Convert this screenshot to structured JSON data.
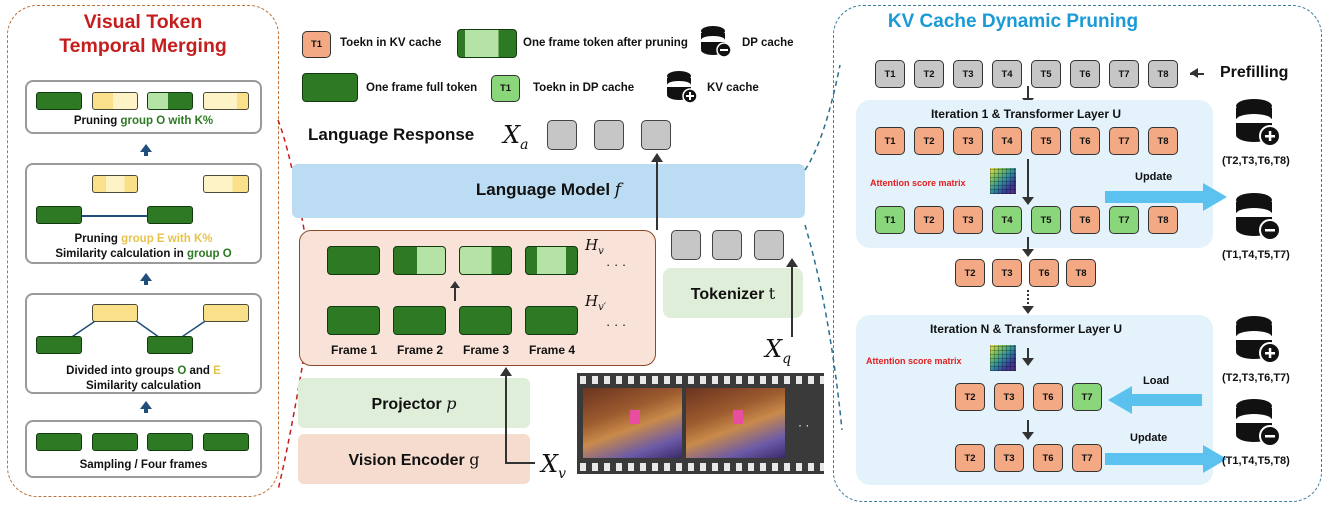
{
  "left_panel": {
    "title_line1": "Visual Token",
    "title_line2": "Temporal Merging",
    "stage_sampling": "Sampling / Four frames",
    "stage_divided_prefix": "Divided into groups ",
    "group_o": "O",
    "and_word": " and ",
    "group_e": "E",
    "stage_similarity": "Similarity calculation",
    "stage_pruning_e_prefix": "Pruning ",
    "stage_pruning_e_group": "group E with K%",
    "stage_similarity_in_prefix": "Similarity calculation in ",
    "stage_similarity_in_group": "group O",
    "stage_pruning_o_prefix": "Pruning ",
    "stage_pruning_o_group": "group O with K%"
  },
  "legend": {
    "t1_kv_label": "T1",
    "t1_kv_text": "Toekn in KV cache",
    "after_pruning_text": "One frame token after pruning",
    "dp_cache_text": "DP cache",
    "full_token_text": "One frame full token",
    "t1_dp_label": "T1",
    "t1_dp_text": "Toekn in DP cache",
    "kv_cache_text": "KV cache"
  },
  "center": {
    "language_response": "Language Response",
    "x_a": "X",
    "x_a_sub": "a",
    "language_model": "Language Model",
    "language_model_sym": "f",
    "h_v": "H",
    "h_v_sub": "v",
    "h_v2": "H",
    "h_v2_sub": "v′",
    "dots": "· · ·",
    "frames": [
      "Frame 1",
      "Frame 2",
      "Frame 3",
      "Frame 4"
    ],
    "tokenizer": "Tokenizer",
    "tokenizer_sym": "t",
    "x_q": "X",
    "x_q_sub": "q",
    "projector": "Projector",
    "projector_sym": "p",
    "vision_encoder": "Vision Encoder",
    "vision_encoder_sym": "g",
    "x_v": "X",
    "x_v_sub": "v",
    "film_dots": "· ·"
  },
  "right_panel": {
    "title": "KV Cache Dynamic Pruning",
    "prefill_tokens": [
      "T1",
      "T2",
      "T3",
      "T4",
      "T5",
      "T6",
      "T7",
      "T8"
    ],
    "prefilling": "Prefilling",
    "iteration1": "Iteration 1 & Transformer Layer U",
    "iter1_row1": [
      "T1",
      "T2",
      "T3",
      "T4",
      "T5",
      "T6",
      "T7",
      "T8"
    ],
    "attention_label": "Attention score matrix",
    "update_label": "Update",
    "iter1_row2": [
      {
        "t": "T1",
        "c": "green"
      },
      {
        "t": "T2",
        "c": "orange"
      },
      {
        "t": "T3",
        "c": "orange"
      },
      {
        "t": "T4",
        "c": "green"
      },
      {
        "t": "T5",
        "c": "green"
      },
      {
        "t": "T6",
        "c": "orange"
      },
      {
        "t": "T7",
        "c": "green"
      },
      {
        "t": "T8",
        "c": "orange"
      }
    ],
    "kv_set_1": "(T2,T3,T6,T8)",
    "dp_set_1": "(T1,T4,T5,T7)",
    "kept_tokens": [
      "T2",
      "T3",
      "T6",
      "T8"
    ],
    "iterationN": "Iteration N & Transformer Layer U",
    "attention_label_n": "Attention score matrix",
    "load_label": "Load",
    "iterN_row1": [
      {
        "t": "T2",
        "c": "orange"
      },
      {
        "t": "T3",
        "c": "orange"
      },
      {
        "t": "T6",
        "c": "orange"
      },
      {
        "t": "T7",
        "c": "green"
      }
    ],
    "update_label_n": "Update",
    "iterN_row2": [
      "T2",
      "T3",
      "T6",
      "T7"
    ],
    "kv_set_n": "(T2,T3,T6,T7)",
    "dp_set_n": "(T1,T4,T5,T8)"
  },
  "colors": {
    "left_title": "#c41e1e",
    "right_title": "#1a9bd7",
    "group_o": "#2e7a24",
    "group_e": "#e8c34a",
    "token_orange": "#f2a984",
    "token_green": "#8ad67a",
    "token_gray": "#c6c6c6",
    "frame_green": "#2e7a24",
    "language_model_bg": "#bcdcf3",
    "tokenizer_bg": "#dfeed8",
    "projector_bg": "#dfeed8",
    "encoder_bg": "#f6dccf",
    "frames_box_bg": "#f9e3d8",
    "attention_red": "#e02020",
    "arrow_blue": "#5bc2ef"
  }
}
